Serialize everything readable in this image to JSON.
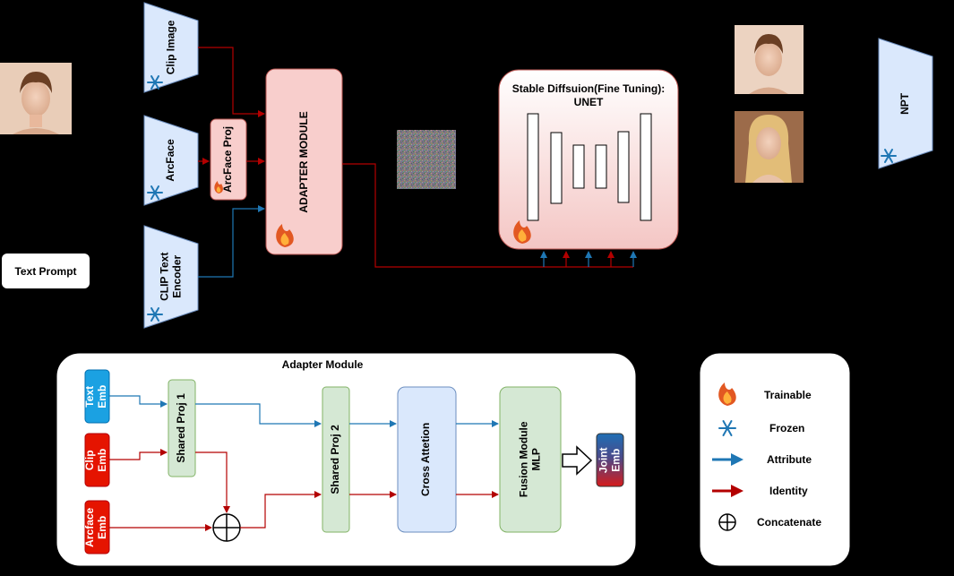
{
  "top": {
    "encoders": [
      {
        "label": "Clip Image"
      },
      {
        "label": "ArcFace"
      },
      {
        "label": "CLIP Text Encoder",
        "line1": "CLIP Text",
        "line2": "Encoder"
      }
    ],
    "arcface_proj": "ArcFace Proj",
    "adapter_module": "ADAPTER MODULE",
    "text_prompt": "Text Prompt",
    "unet_title_line1": "Stable Diffsuion(Fine Tuning):",
    "unet_title_line2": "UNET",
    "npt": "NPT"
  },
  "adapter_detail": {
    "title": "Adapter Module",
    "inputs": [
      {
        "label": "Text Emb",
        "line1": "Text",
        "line2": "Emb"
      },
      {
        "label": "Clip Emb",
        "line1": "Clip",
        "line2": "Emb"
      },
      {
        "label": "Arcface Emb",
        "line1": "Arcface",
        "line2": "Emb"
      }
    ],
    "shared_proj_1": "Shared Proj 1",
    "shared_proj_2": "Shared Proj 2",
    "cross_attention": "Cross Attetion",
    "fusion_line1": "Fusion Module",
    "fusion_line2": "MLP",
    "joint_line1": "Joint",
    "joint_line2": "Emb"
  },
  "legend": {
    "items": [
      {
        "label": "Trainable",
        "icon": "fire-icon"
      },
      {
        "label": "Frozen",
        "icon": "snowflake-icon"
      },
      {
        "label": "Attribute",
        "icon": "blue-arrow-icon"
      },
      {
        "label": "Identity",
        "icon": "red-arrow-icon"
      },
      {
        "label": "Concatenate",
        "icon": "circled-plus-icon"
      }
    ]
  },
  "colors": {
    "frozen_fill": "#dae8fc",
    "frozen_stroke": "#6c8ebf",
    "trainable_fill": "#f8cecc",
    "trainable_stroke": "#b85450",
    "green_fill": "#d5e8d4",
    "green_stroke": "#82b366",
    "attribute_arrow": "#1f77b4",
    "identity_arrow": "#b30000",
    "blue_input": "#1ba1e2",
    "red_input": "#e51400"
  }
}
